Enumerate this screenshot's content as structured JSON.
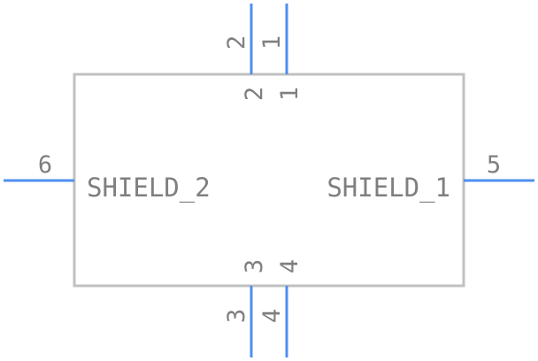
{
  "pins": {
    "p1": "1",
    "p2": "2",
    "p3": "3",
    "p4": "4",
    "p5": "5",
    "p6": "6"
  },
  "signals": {
    "left": "SHIELD_2",
    "right": "SHIELD_1"
  },
  "colors": {
    "pin": "#4f8ff0",
    "body": "#c0c0c0",
    "text": "#7f7f7f"
  }
}
